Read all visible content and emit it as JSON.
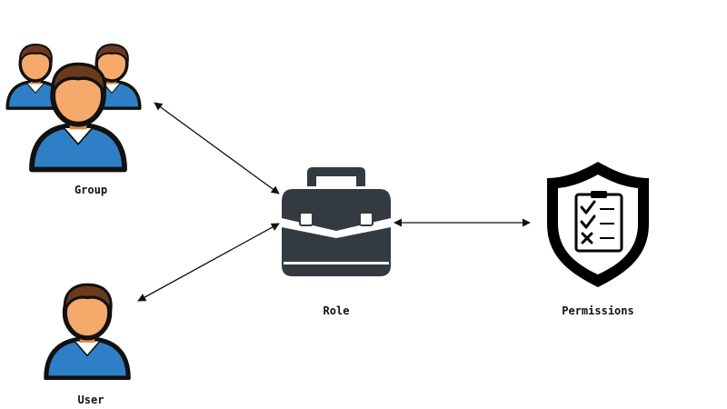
{
  "nodes": {
    "group": {
      "label": "Group",
      "icon": "group-users-icon"
    },
    "user": {
      "label": "User",
      "icon": "user-icon"
    },
    "role": {
      "label": "Role",
      "icon": "briefcase-icon"
    },
    "permissions": {
      "label": "Permissions",
      "icon": "shield-checklist-icon"
    }
  },
  "edges": [
    {
      "from": "group",
      "to": "role",
      "direction": "both"
    },
    {
      "from": "user",
      "to": "role",
      "direction": "both"
    },
    {
      "from": "role",
      "to": "permissions",
      "direction": "both"
    }
  ],
  "colors": {
    "skin": "#f5a96a",
    "skin_shadow": "#e08a45",
    "hair": "#6b3a1e",
    "shirt": "#2f7fc6",
    "shirt_dark": "#1f5f99",
    "collar": "#ffffff",
    "outline": "#111111",
    "briefcase": "#333a40",
    "shield": "#000000",
    "edge": "#111111"
  }
}
